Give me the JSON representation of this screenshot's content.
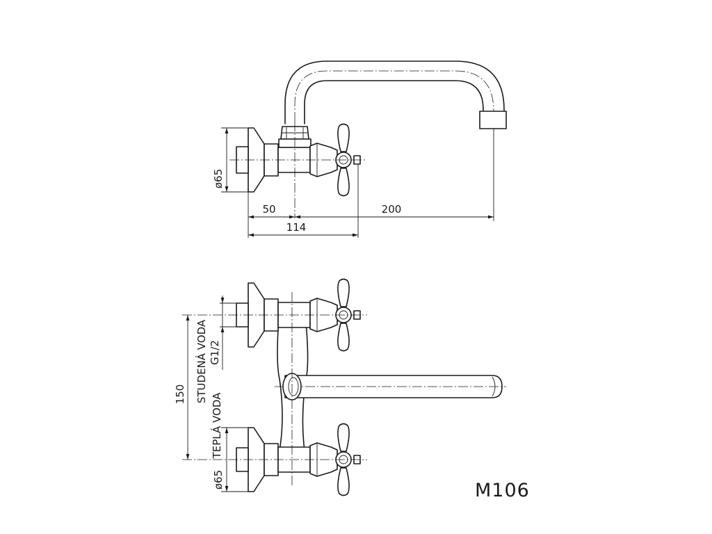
{
  "drawing": {
    "model_code": "M106",
    "top_view": {
      "flange_diameter": "ø65",
      "dim_wall_to_axis": "50",
      "dim_axis_to_spout": "200",
      "dim_total_depth": "114"
    },
    "front_view": {
      "center_distance": "150",
      "cold_water_label": "STUDENÁ VODA",
      "thread_label": "G1/2",
      "hot_water_label": "TEPLÁ VODA",
      "flange_diameter": "ø65"
    }
  }
}
